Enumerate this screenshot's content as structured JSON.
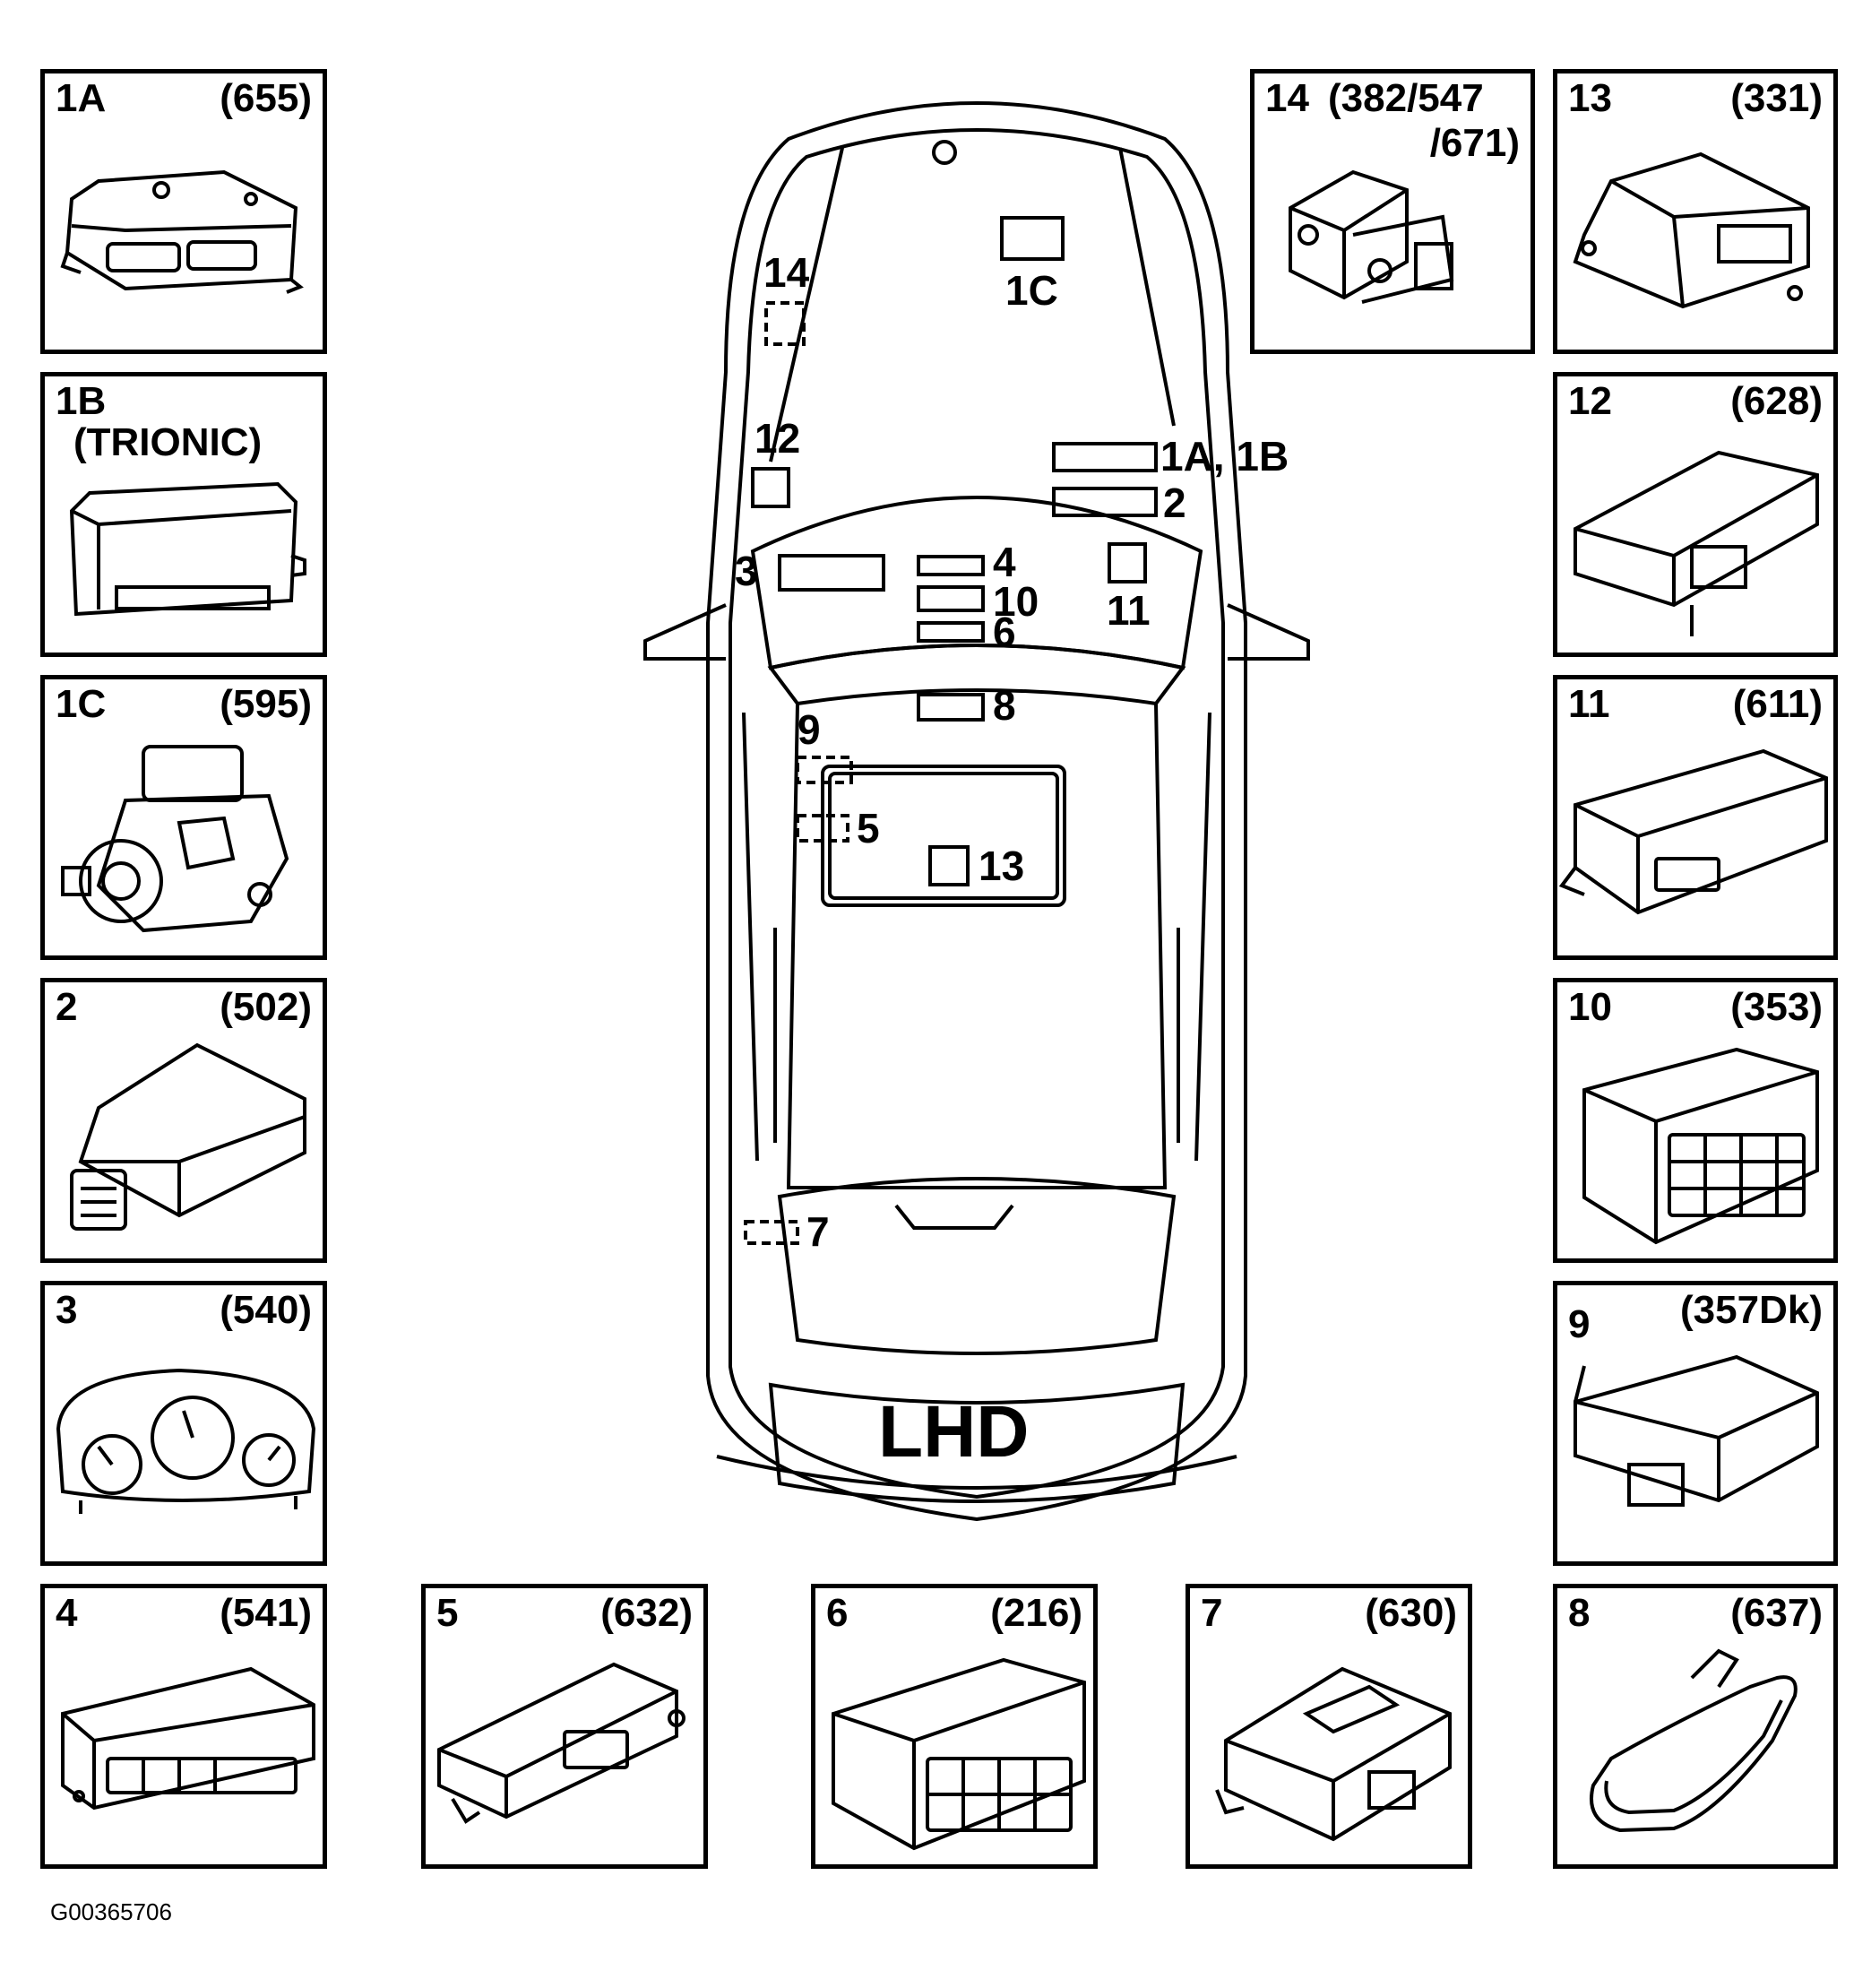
{
  "figure_id": "G00365706",
  "car_label": "LHD",
  "panels": {
    "p1a": {
      "number": "1A",
      "code": "(655)"
    },
    "p1b": {
      "number": "1B",
      "code": "(TRIONIC)"
    },
    "p1c": {
      "number": "1C",
      "code": "(595)"
    },
    "p2": {
      "number": "2",
      "code": "(502)"
    },
    "p3": {
      "number": "3",
      "code": "(540)"
    },
    "p4": {
      "number": "4",
      "code": "(541)"
    },
    "p5": {
      "number": "5",
      "code": "(632)"
    },
    "p6": {
      "number": "6",
      "code": "(216)"
    },
    "p7": {
      "number": "7",
      "code": "(630)"
    },
    "p8": {
      "number": "8",
      "code": "(637)"
    },
    "p9": {
      "number": "9",
      "code": "(357Dk)"
    },
    "p10": {
      "number": "10",
      "code": "(353)"
    },
    "p11": {
      "number": "11",
      "code": "(611)"
    },
    "p12": {
      "number": "12",
      "code": "(628)"
    },
    "p13": {
      "number": "13",
      "code": "(331)"
    },
    "p14": {
      "number": "14",
      "code": "(382/547",
      "code_line2": "/671)"
    }
  },
  "car_callouts": {
    "c14": "14",
    "c1c": "1C",
    "c12": "12",
    "c1a1b": "1A, 1B",
    "c2": "2",
    "c3": "3",
    "c4": "4",
    "c10": "10",
    "c6": "6",
    "c11": "11",
    "c8": "8",
    "c9": "9",
    "c5": "5",
    "c13": "13",
    "c7": "7"
  }
}
